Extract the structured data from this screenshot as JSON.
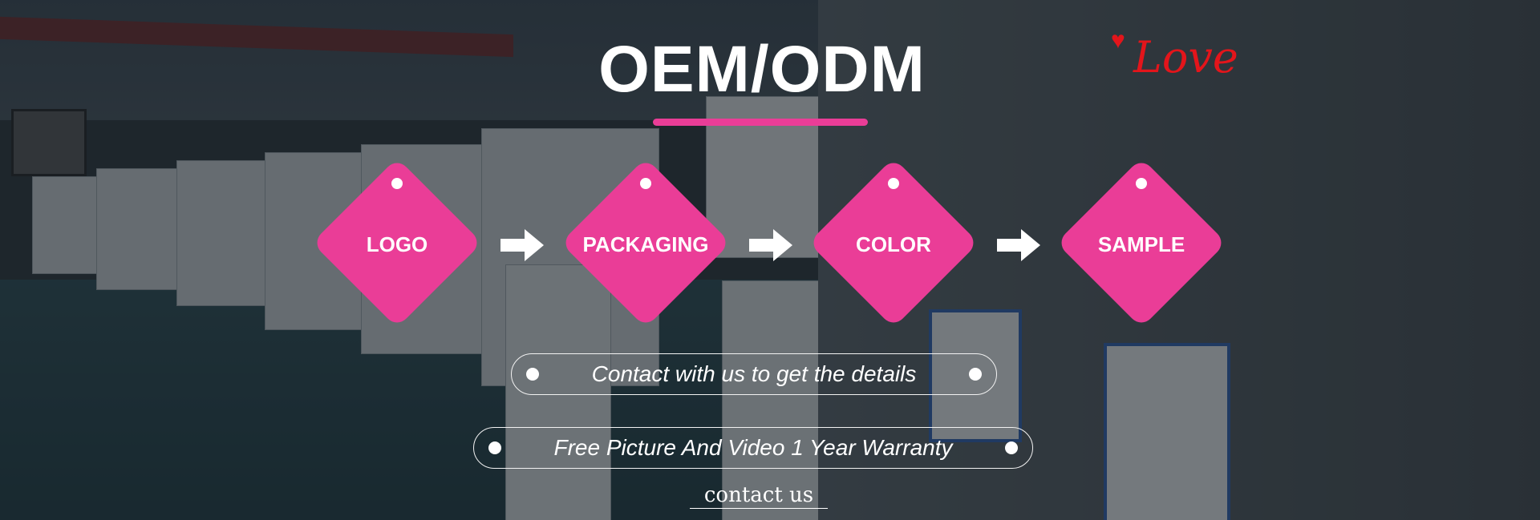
{
  "header": {
    "title": "OEM/ODM",
    "badge_text": "Love",
    "badge_icon": "heart-icon"
  },
  "steps": [
    {
      "label": "LOGO"
    },
    {
      "label": "PACKAGING"
    },
    {
      "label": "COLOR"
    },
    {
      "label": "SAMPLE"
    }
  ],
  "info": {
    "line1": "Contact with us to get the details",
    "line2": "Free Picture And Video 1 Year Warranty"
  },
  "cta": {
    "contact_label": "contact us"
  },
  "colors": {
    "accent": "#ea3d97",
    "love_red": "#e3151b",
    "text": "#ffffff"
  }
}
